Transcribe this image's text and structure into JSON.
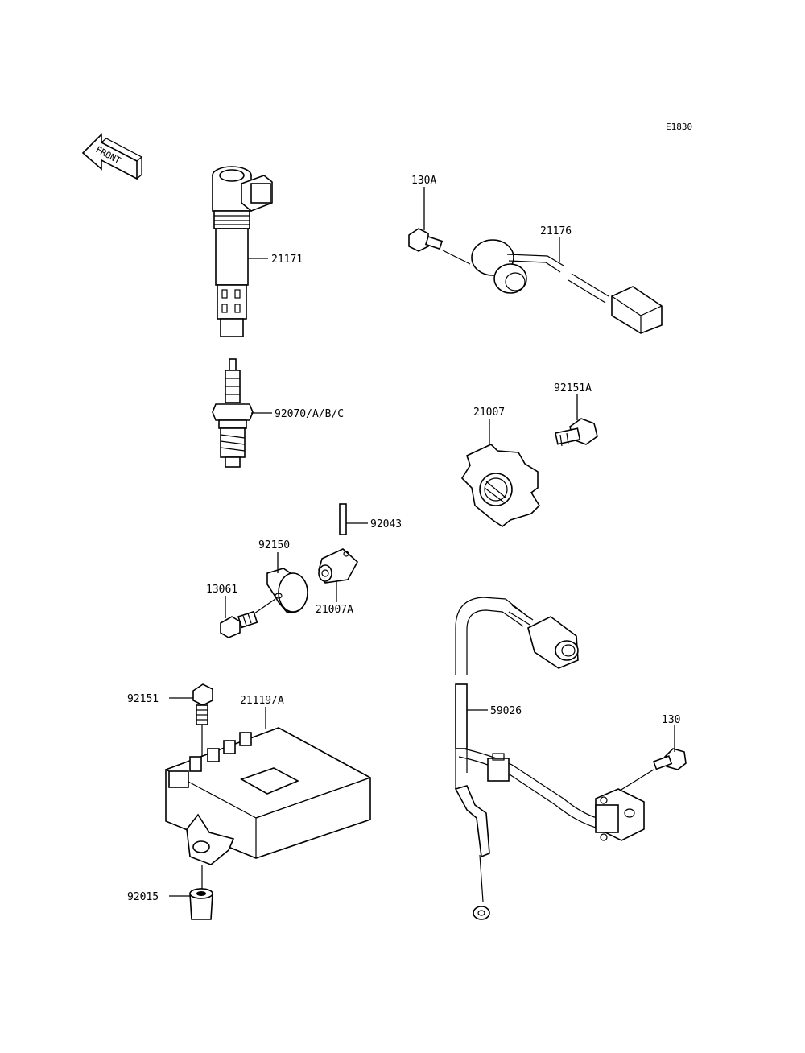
{
  "diagram": {
    "code": "E1830",
    "front_label": "FRONT",
    "parts": [
      {
        "id": "21171",
        "label": "21171"
      },
      {
        "id": "92070",
        "label": "92070/A/B/C"
      },
      {
        "id": "130A",
        "label": "130A"
      },
      {
        "id": "21176",
        "label": "21176"
      },
      {
        "id": "92151A",
        "label": "92151A"
      },
      {
        "id": "21007",
        "label": "21007"
      },
      {
        "id": "92043",
        "label": "92043"
      },
      {
        "id": "21007A",
        "label": "21007A"
      },
      {
        "id": "92150",
        "label": "92150"
      },
      {
        "id": "13061",
        "label": "13061"
      },
      {
        "id": "92151",
        "label": "92151"
      },
      {
        "id": "21119",
        "label": "21119/A"
      },
      {
        "id": "59026",
        "label": "59026"
      },
      {
        "id": "130",
        "label": "130"
      },
      {
        "id": "92015",
        "label": "92015"
      }
    ]
  }
}
